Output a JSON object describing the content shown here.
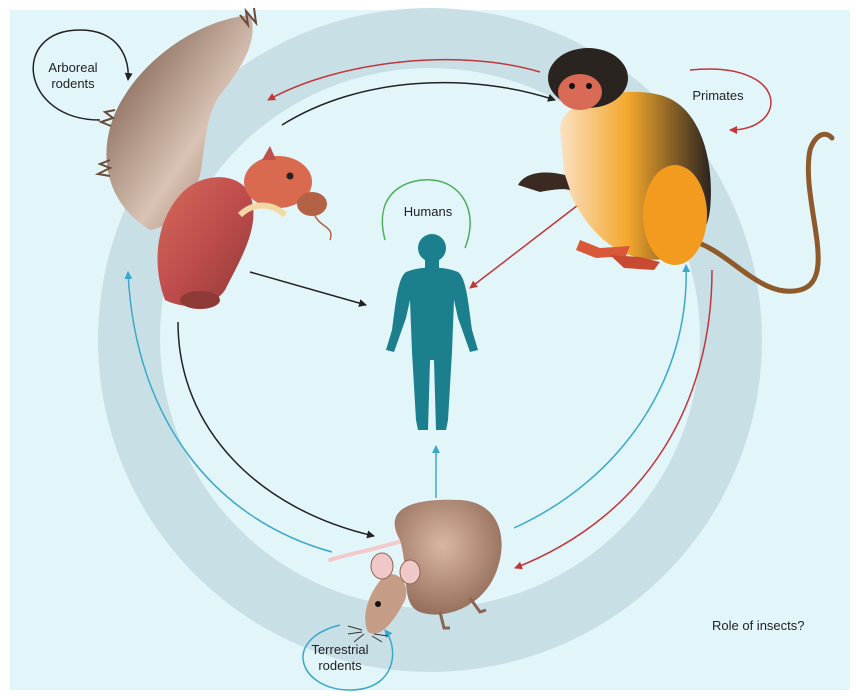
{
  "labels": {
    "arboreal": "Arboreal\nrodents",
    "primates": "Primates",
    "humans": "Humans",
    "terrestrial": "Terrestrial\nrodents",
    "insects": "Role of insects?"
  },
  "colors": {
    "background": "#e2f5f9",
    "ring": "#c9dfe6",
    "human": "#1b7f8e",
    "arrow_red": "#c0363b",
    "arrow_black": "#222222",
    "arrow_blue": "#3aa9c9",
    "arrow_green": "#4cae5c"
  },
  "icons": [
    "squirrel-icon",
    "monkey-icon",
    "human-icon",
    "rat-icon"
  ]
}
